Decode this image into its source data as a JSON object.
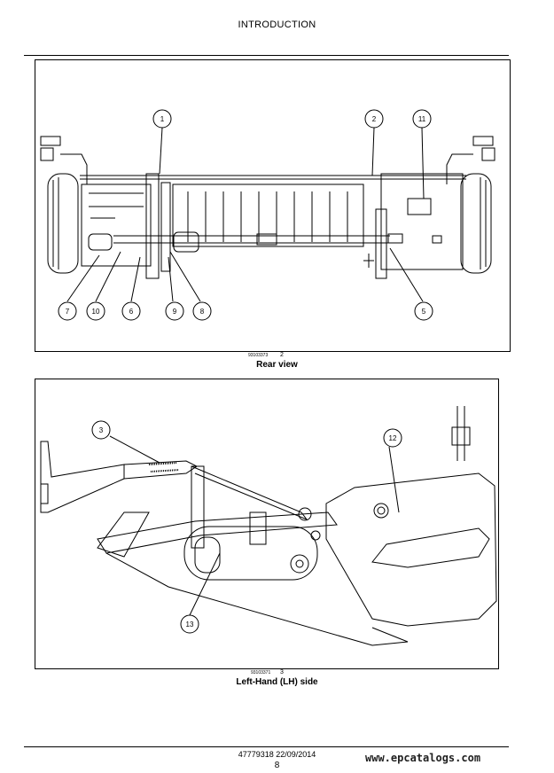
{
  "header": {
    "title": "INTRODUCTION"
  },
  "figures": [
    {
      "image_code": "93103373",
      "number": "2",
      "caption": "Rear view",
      "callouts": [
        "1",
        "2",
        "11",
        "7",
        "10",
        "6",
        "9",
        "8",
        "5"
      ]
    },
    {
      "image_code": "93103371",
      "number": "3",
      "caption": "Left-Hand (LH) side",
      "callouts": [
        "3",
        "12",
        "13"
      ]
    }
  ],
  "footer": {
    "doc_ref": "47779318 22/09/2014",
    "page_number": "8",
    "website": "www.epcatalogs.com"
  }
}
